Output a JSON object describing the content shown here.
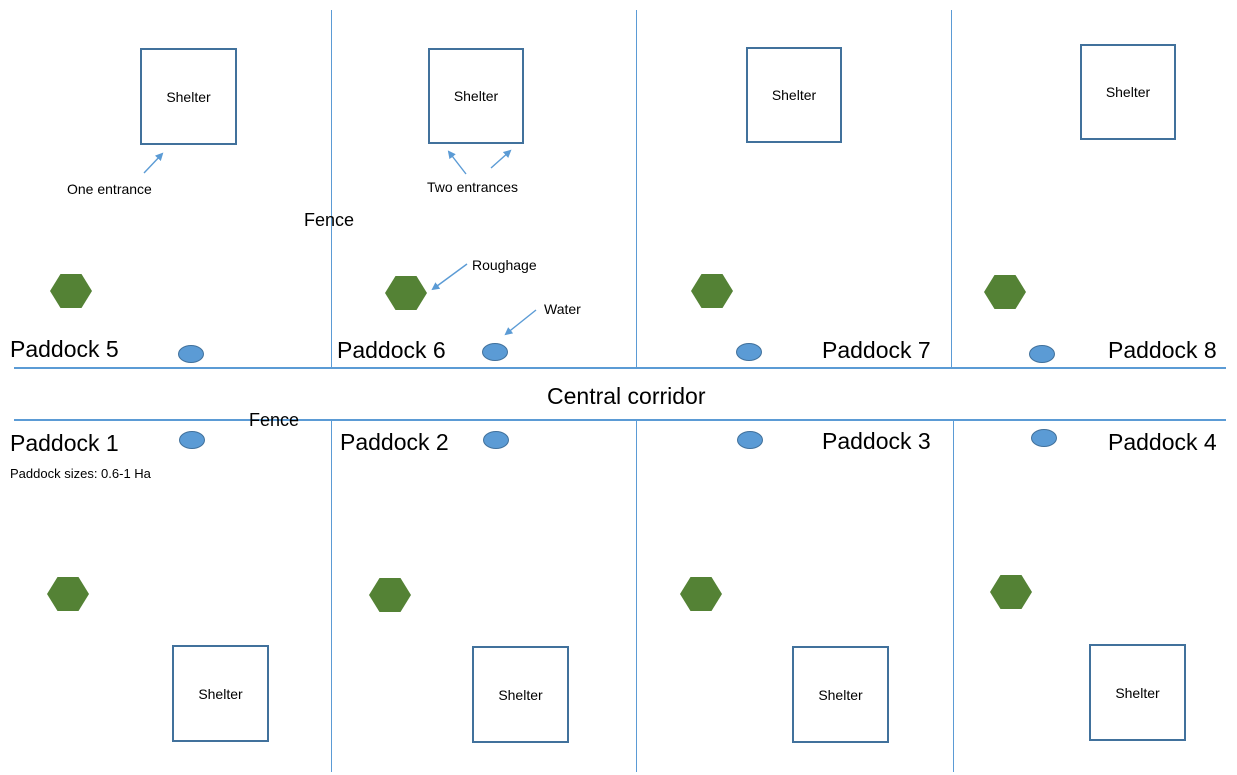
{
  "colors": {
    "fence": "#5b9bd5",
    "shelter_border": "#41719c",
    "roughage_fill": "#548235",
    "water_fill": "#5b9bd5",
    "water_border": "#41719c",
    "arrow": "#5b9bd5"
  },
  "corridor": {
    "label": "Central corridor"
  },
  "fence_labels": [
    "Fence",
    "Fence"
  ],
  "paddocks": [
    {
      "name": "Paddock 1",
      "shelter_label": "Shelter"
    },
    {
      "name": "Paddock 2",
      "shelter_label": "Shelter"
    },
    {
      "name": "Paddock 3",
      "shelter_label": "Shelter"
    },
    {
      "name": "Paddock 4",
      "shelter_label": "Shelter"
    },
    {
      "name": "Paddock 5",
      "shelter_label": "Shelter"
    },
    {
      "name": "Paddock 6",
      "shelter_label": "Shelter"
    },
    {
      "name": "Paddock 7",
      "shelter_label": "Shelter"
    },
    {
      "name": "Paddock 8",
      "shelter_label": "Shelter"
    }
  ],
  "annotations": {
    "one_entrance": "One entrance",
    "two_entrances": "Two entrances",
    "roughage": "Roughage",
    "water": "Water",
    "paddock_sizes": "Paddock sizes: 0.6-1 Ha"
  },
  "icons": {
    "roughage": "hexagon",
    "water": "ellipse",
    "shelter": "square-outline",
    "arrow": "arrow"
  }
}
